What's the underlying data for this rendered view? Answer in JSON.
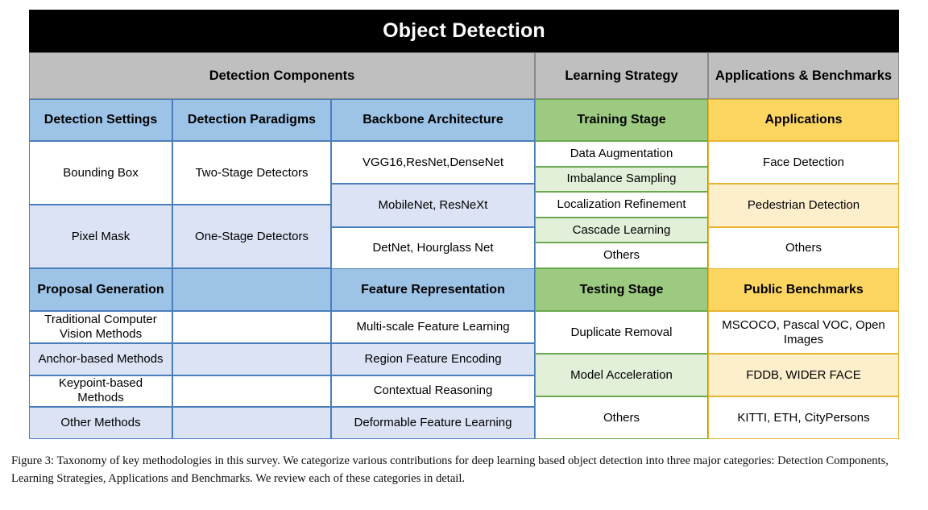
{
  "figure": {
    "title": "Object Detection",
    "categories": [
      {
        "label": "Detection Components"
      },
      {
        "label": "Learning Strategy"
      },
      {
        "label": "Applications & Benchmarks"
      }
    ],
    "columns": {
      "detection_settings": {
        "header": "Detection Settings",
        "items": [
          "Bounding Box",
          "Pixel Mask"
        ]
      },
      "detection_paradigms": {
        "header": "Detection Paradigms",
        "items": [
          "Two-Stage Detectors",
          "One-Stage Detectors"
        ]
      },
      "backbone_architecture": {
        "header": "Backbone Architecture",
        "items": [
          "VGG16,ResNet,DenseNet",
          "MobileNet, ResNeXt",
          "DetNet, Hourglass Net"
        ]
      },
      "training_stage": {
        "header": "Training Stage",
        "items": [
          "Data Augmentation",
          "Imbalance Sampling",
          "Localization Refinement",
          "Cascade Learning",
          "Others"
        ]
      },
      "applications": {
        "header": "Applications",
        "items": [
          "Face Detection",
          "Pedestrian Detection",
          "Others"
        ]
      },
      "proposal_generation": {
        "header": "Proposal Generation",
        "items": [
          "Traditional Computer Vision Methods",
          "Anchor-based Methods",
          "Keypoint-based Methods",
          "Other Methods"
        ]
      },
      "feature_representation": {
        "header": "Feature Representation",
        "items": [
          "Multi-scale Feature Learning",
          "Region Feature Encoding",
          "Contextual Reasoning",
          "Deformable Feature Learning"
        ]
      },
      "testing_stage": {
        "header": "Testing Stage",
        "items": [
          "Duplicate Removal",
          "Model Acceleration",
          "Others"
        ]
      },
      "public_benchmarks": {
        "header": "Public Benchmarks",
        "items": [
          "MSCOCO, Pascal VOC, Open Images",
          "FDDB, WIDER FACE",
          "KITTI, ETH, CityPersons"
        ]
      }
    },
    "colors": {
      "title_bg": "#000000",
      "category_bg": "#bfbfbf",
      "blue_header": "#9dc3e6",
      "blue_alt": "#dce3f5",
      "blue_border": "#4a7ebb",
      "green_header": "#9cca80",
      "green_alt": "#e2efd9",
      "green_border": "#6aa84f",
      "yellow_header": "#fdd561",
      "yellow_alt": "#fdefcc",
      "yellow_border": "#e8b42c"
    }
  },
  "caption": {
    "text": "Figure 3: Taxonomy of key methodologies in this survey. We categorize various contributions for deep learning based object detection into three major categories: Detection Components, Learning Strategies, Applications and Benchmarks. We review each of these categories in detail."
  }
}
